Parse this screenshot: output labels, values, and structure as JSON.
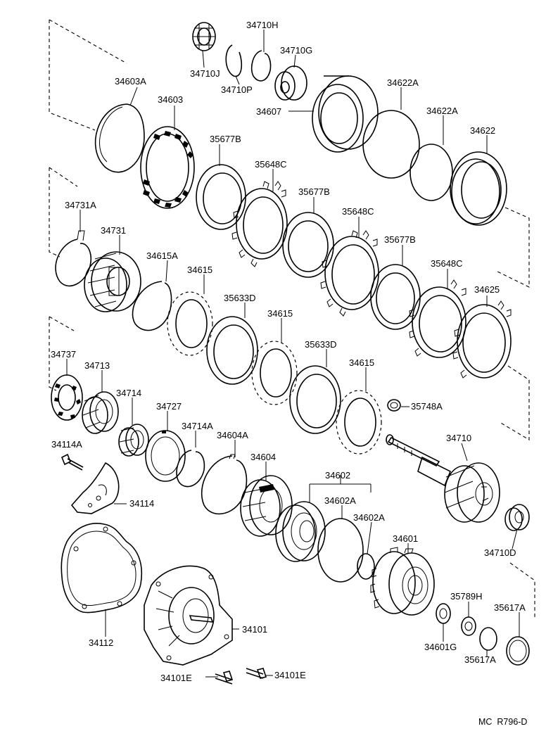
{
  "labels": {
    "l34710H": "34710H",
    "l34710G": "34710G",
    "l34710J": "34710J",
    "l34710P": "34710P",
    "l34603A": "34603A",
    "l34603": "34603",
    "l34607": "34607",
    "l34622A_1": "34622A",
    "l34622A_2": "34622A",
    "l34622": "34622",
    "l35677B_1": "35677B",
    "l35648C_1": "35648C",
    "l35677B_2": "35677B",
    "l35648C_2": "35648C",
    "l35677B_3": "35677B",
    "l35648C_3": "35648C",
    "l34625": "34625",
    "l34731A": "34731A",
    "l34731": "34731",
    "l34615A": "34615A",
    "l34615_1": "34615",
    "l35633D_1": "35633D",
    "l34615_2": "34615",
    "l35633D_2": "35633D",
    "l34615_3": "34615",
    "l35748A": "35748A",
    "l34737": "34737",
    "l34713": "34713",
    "l34714": "34714",
    "l34727": "34727",
    "l34714A": "34714A",
    "l34604A": "34604A",
    "l34604": "34604",
    "l34602": "34602",
    "l34602A_1": "34602A",
    "l34602A_2": "34602A",
    "l34710": "34710",
    "l34114A": "34114A",
    "l34114": "34114",
    "l34601": "34601",
    "l34710D": "34710D",
    "l35789H": "35789H",
    "l35617A_1": "35617A",
    "l34112": "34112",
    "l34101": "34101",
    "l34601G": "34601G",
    "l35617A_2": "35617A",
    "l34101E_1": "34101E",
    "l34101E_2": "34101E"
  },
  "footer": "MC  R796-D"
}
